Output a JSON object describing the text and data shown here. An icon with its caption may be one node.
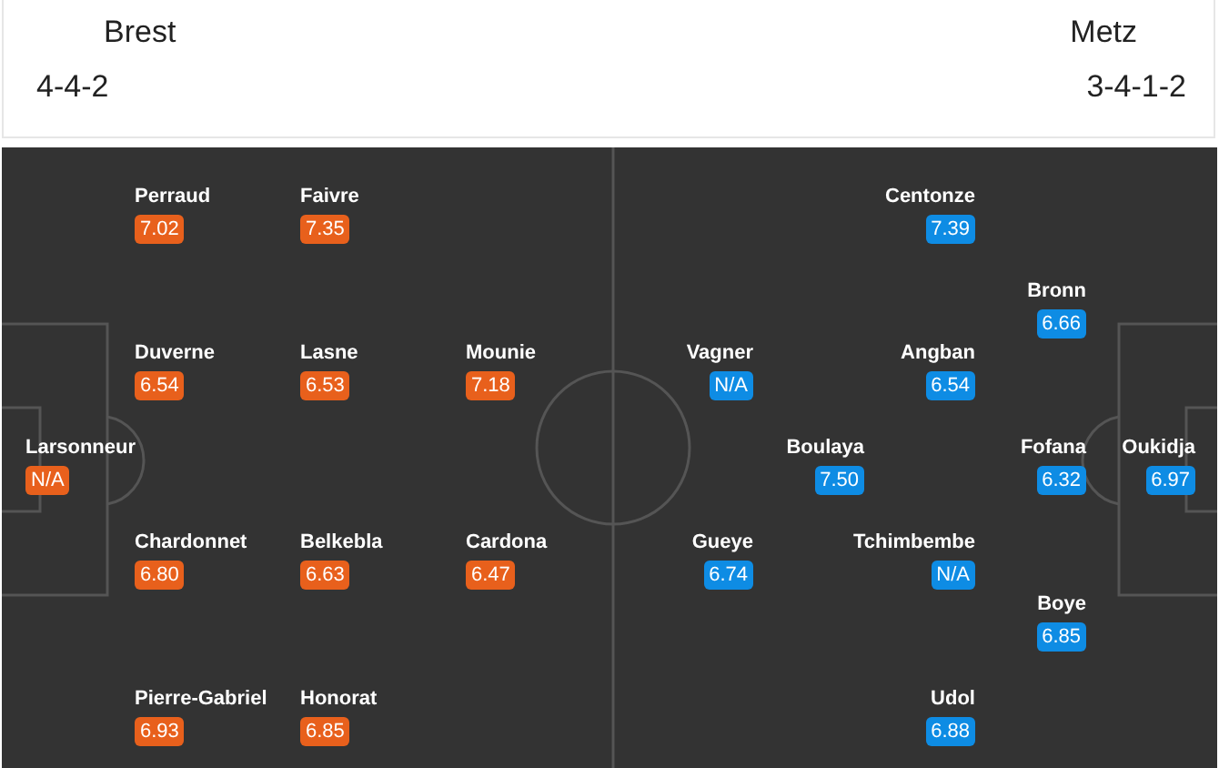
{
  "diagram": {
    "nodes": [
      {
        "text": [
          "Larsonneur",
          "N/A"
        ]
      },
      {
        "text": [
          "Perraud",
          "7.02"
        ]
      },
      {
        "text": [
          "Duverne",
          "6.54"
        ]
      },
      {
        "text": [
          "Chardonnet",
          "6.80"
        ]
      },
      {
        "text": [
          "Pierre-Gabriel",
          "6.93"
        ]
      },
      {
        "text": [
          "Faivre",
          "7.35"
        ]
      },
      {
        "text": [
          "Lasne",
          "6.53"
        ]
      },
      {
        "text": [
          "Belkebla",
          "6.63"
        ]
      },
      {
        "text": [
          "Honorat",
          "6.85"
        ]
      },
      {
        "text": [
          "Mounie",
          "7.18"
        ]
      },
      {
        "text": [
          "Cardona",
          "6.47"
        ]
      },
      {
        "text": [
          "Oukidja",
          "6.97"
        ]
      },
      {
        "text": [
          "Bronn",
          "6.66"
        ]
      },
      {
        "text": [
          "Fofana",
          "6.32"
        ]
      },
      {
        "text": [
          "Boye",
          "6.85"
        ]
      },
      {
        "text": [
          "Centonze",
          "7.39"
        ]
      },
      {
        "text": [
          "Angban",
          "6.54"
        ]
      },
      {
        "text": [
          "Tchimbembe",
          "N/A"
        ]
      },
      {
        "text": [
          "Udol",
          "6.88"
        ]
      },
      {
        "text": [
          "Boulaya",
          "7.50"
        ]
      },
      {
        "text": [
          "Vagner",
          "N/A"
        ]
      },
      {
        "text": [
          "Gueye",
          "6.74"
        ]
      }
    ],
    "labels": [
      "Brest",
      "Metz",
      "4-4-2",
      "3-4-1-2"
    ]
  }
}
